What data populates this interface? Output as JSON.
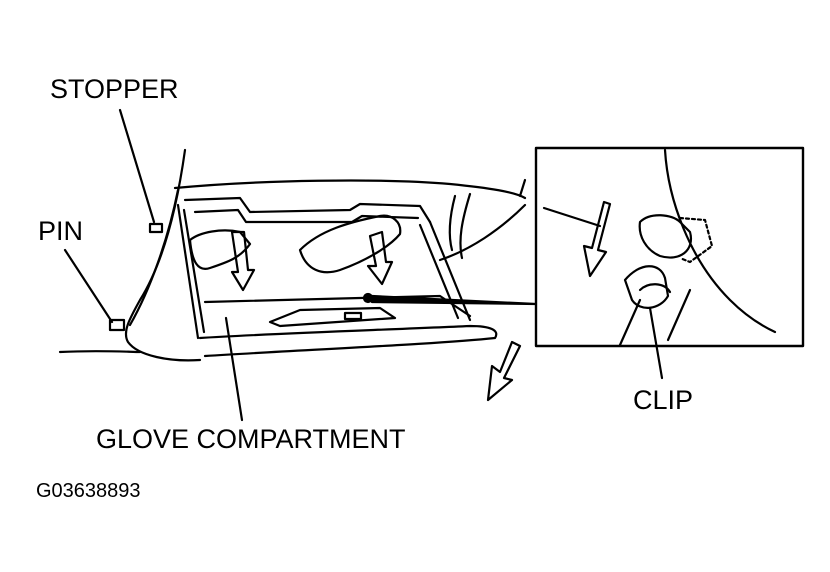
{
  "labels": {
    "stopper": "STOPPER",
    "pin": "PIN",
    "clip": "CLIP",
    "glove_compartment": "GLOVE COMPARTMENT"
  },
  "figure_code": "G03638893",
  "colors": {
    "ink": "#000000",
    "paper": "#ffffff"
  }
}
